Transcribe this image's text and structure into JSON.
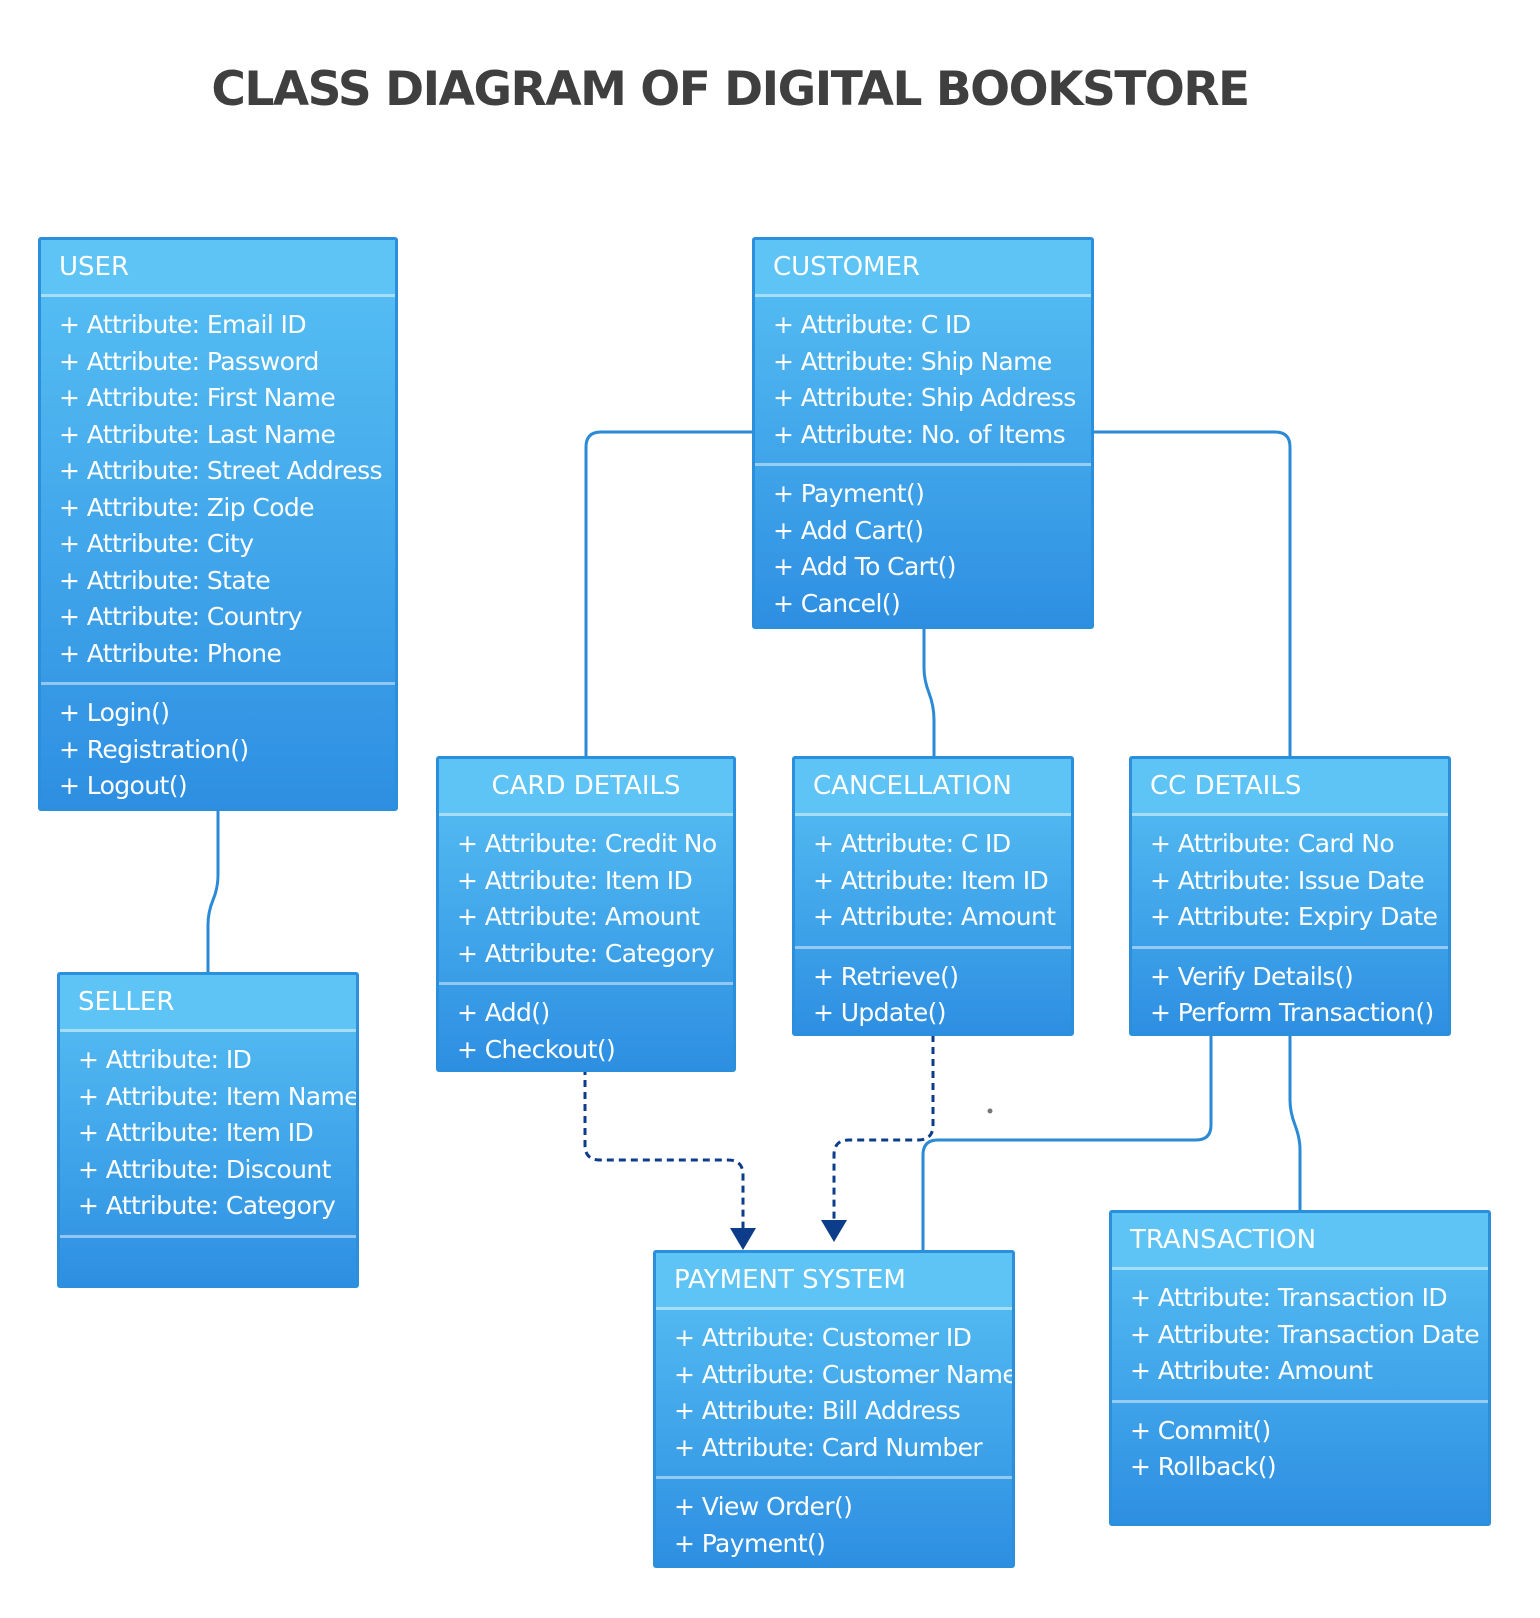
{
  "title": "CLASS DIAGRAM OF DIGITAL BOOKSTORE",
  "colors": {
    "header": "#5ec4f5",
    "body_top": "#58c1f4",
    "body_bottom": "#2e8fe2",
    "border": "#2b8fdc",
    "connector": "#2a8ad6",
    "dependency_arrow": "#0d3d8a",
    "title": "#3f3f3f"
  },
  "classes": {
    "user": {
      "name": "USER",
      "attributes": [
        "+ Attribute: Email ID",
        "+ Attribute: Password",
        "+ Attribute: First Name",
        "+ Attribute: Last Name",
        "+ Attribute: Street  Address",
        "+ Attribute: Zip Code",
        "+ Attribute: City",
        "+ Attribute: State",
        "+ Attribute: Country",
        "+ Attribute: Phone"
      ],
      "methods": [
        "+ Login()",
        "+ Registration()",
        "+ Logout()"
      ]
    },
    "customer": {
      "name": "CUSTOMER",
      "attributes": [
        "+ Attribute: C ID",
        "+ Attribute: Ship Name",
        "+ Attribute: Ship  Address",
        "+ Attribute: No. of Items"
      ],
      "methods": [
        "+ Payment()",
        "+ Add Cart()",
        "+ Add To Cart()",
        "+ Cancel()"
      ]
    },
    "seller": {
      "name": "SELLER",
      "attributes": [
        "+ Attribute: ID",
        "+ Attribute: Item Name",
        "+ Attribute: Item ID",
        "+ Attribute: Discount",
        "+ Attribute: Category"
      ],
      "methods": []
    },
    "card_details": {
      "name": "CARD DETAILS",
      "attributes": [
        "+ Attribute: Credit No",
        "+ Attribute: Item ID",
        "+ Attribute: Amount",
        "+ Attribute: Category"
      ],
      "methods": [
        "+ Add()",
        "+ Checkout()"
      ]
    },
    "cancellation": {
      "name": "CANCELLATION",
      "attributes": [
        "+ Attribute: C ID",
        "+ Attribute: Item ID",
        "+ Attribute: Amount"
      ],
      "methods": [
        "+ Retrieve()",
        "+ Update()"
      ]
    },
    "cc_details": {
      "name": "CC DETAILS",
      "attributes": [
        "+ Attribute: Card No",
        "+ Attribute: Issue Date",
        "+ Attribute: Expiry Date"
      ],
      "methods": [
        "+ Verify Details()",
        "+ Perform Transaction()"
      ]
    },
    "payment_system": {
      "name": "PAYMENT SYSTEM",
      "attributes": [
        "+ Attribute: Customer ID",
        "+ Attribute: Customer Name",
        "+ Attribute: Bill Address",
        "+ Attribute: Card Number"
      ],
      "methods": [
        "+ View Order()",
        "+ Payment()"
      ]
    },
    "transaction": {
      "name": "TRANSACTION",
      "attributes": [
        "+ Attribute: Transaction ID",
        "+ Attribute: Transaction Date + Attribute: Amount"
      ],
      "methods": [
        "+ Commit()",
        "+ Rollback()"
      ]
    }
  }
}
